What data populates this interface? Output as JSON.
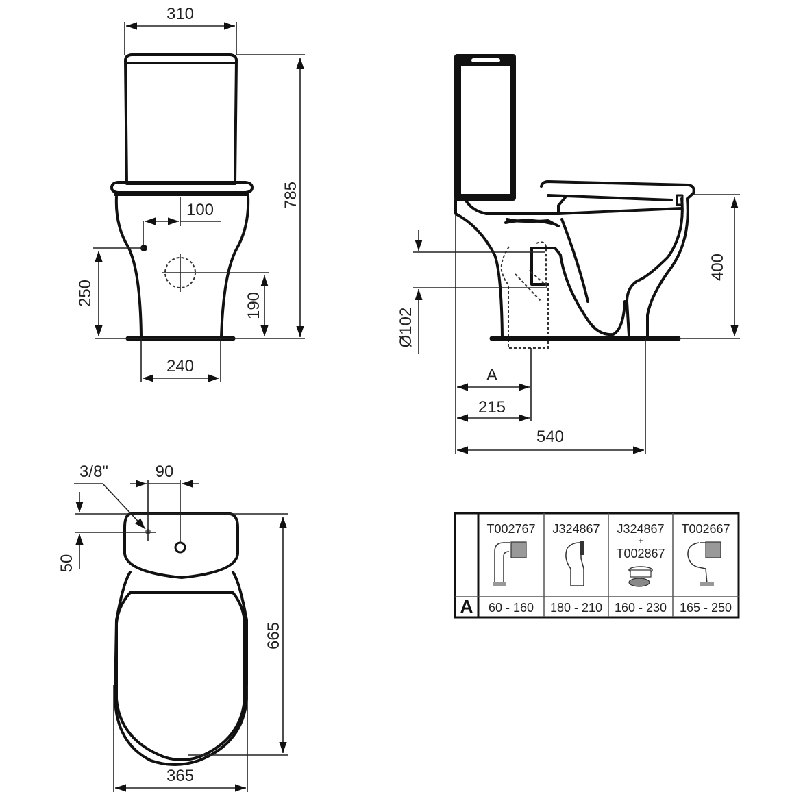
{
  "drawing": {
    "type": "technical dimension drawing",
    "units": "mm"
  },
  "front_view": {
    "dims": {
      "cistern_width": "310",
      "total_height": "785",
      "inlet_offset": "100",
      "inlet_height": "250",
      "outlet_height": "190",
      "base_width": "240"
    }
  },
  "side_view": {
    "dims": {
      "seat_height": "400",
      "outlet_diameter": "Ø102",
      "connector_distance_label": "A",
      "outlet_distance": "215",
      "total_depth": "540"
    }
  },
  "top_view": {
    "dims": {
      "inlet_thread": "3/8\"",
      "inlet_spacing": "90",
      "inlet_offset_back": "50",
      "total_length": "665",
      "total_width": "365"
    }
  },
  "connector_table": {
    "row_label": "A",
    "columns": [
      {
        "code": "T002767",
        "code2": "",
        "range": "60 - 160",
        "icon": "elbow-pan-connector-icon"
      },
      {
        "code": "J324867",
        "code2": "",
        "range": "180 - 210",
        "icon": "offset-pan-connector-icon"
      },
      {
        "code": "J324867",
        "plus": "+",
        "code2": "T002867",
        "range": "160 - 230",
        "icon": "pan-collar-connector-icon"
      },
      {
        "code": "T002667",
        "code2": "",
        "range": "165 - 250",
        "icon": "s-trap-pan-connector-icon"
      }
    ]
  }
}
